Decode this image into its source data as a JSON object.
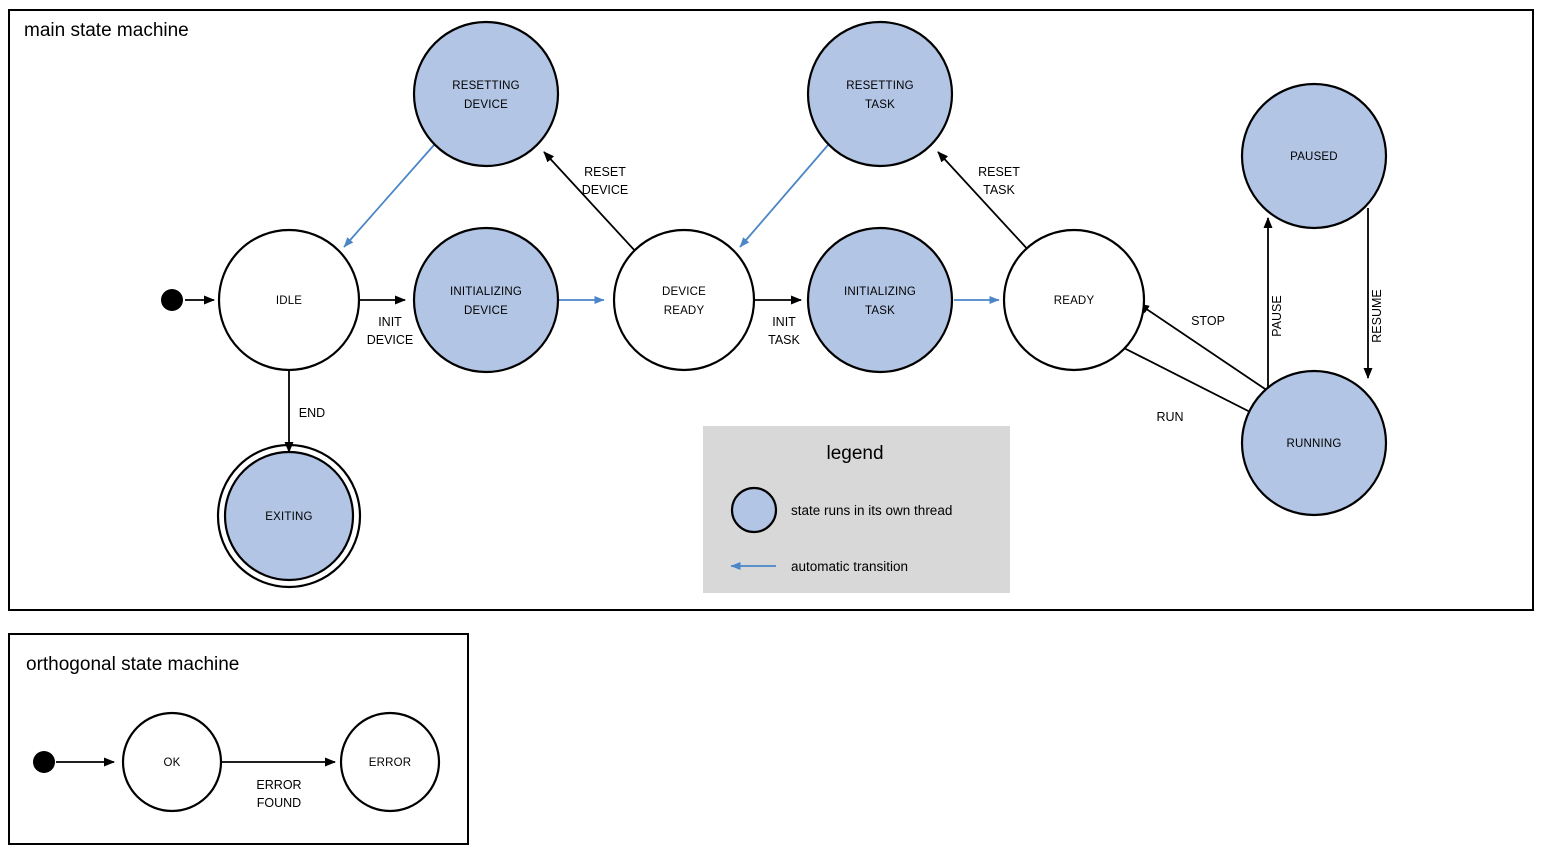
{
  "colors": {
    "thread_state_fill": "#b3c5e5",
    "plain_state_fill": "#ffffff",
    "stroke": "#000000",
    "auto_transition": "#4a86c8",
    "legend_bg": "#d8d8d8",
    "page_bg": "#ffffff"
  },
  "main_frame": {
    "title": "main state machine"
  },
  "orthogonal_frame": {
    "title": "orthogonal state machine"
  },
  "legend": {
    "title": "legend",
    "items": [
      {
        "symbol": "filled-circle",
        "label": "state runs in its own thread"
      },
      {
        "symbol": "blue-arrow",
        "label": "automatic transition"
      }
    ]
  },
  "main_states": [
    {
      "id": "idle",
      "label_lines": [
        "IDLE"
      ],
      "thread": false,
      "final": false
    },
    {
      "id": "resetting-device",
      "label_lines": [
        "RESETTING",
        "DEVICE"
      ],
      "thread": true,
      "final": false
    },
    {
      "id": "initializing-device",
      "label_lines": [
        "INITIALIZING",
        "DEVICE"
      ],
      "thread": true,
      "final": false
    },
    {
      "id": "device-ready",
      "label_lines": [
        "DEVICE",
        "READY"
      ],
      "thread": false,
      "final": false
    },
    {
      "id": "resetting-task",
      "label_lines": [
        "RESETTING",
        "TASK"
      ],
      "thread": true,
      "final": false
    },
    {
      "id": "initializing-task",
      "label_lines": [
        "INITIALIZING",
        "TASK"
      ],
      "thread": true,
      "final": false
    },
    {
      "id": "ready",
      "label_lines": [
        "READY"
      ],
      "thread": false,
      "final": false
    },
    {
      "id": "paused",
      "label_lines": [
        "PAUSED"
      ],
      "thread": true,
      "final": false
    },
    {
      "id": "running",
      "label_lines": [
        "RUNNING"
      ],
      "thread": true,
      "final": false
    },
    {
      "id": "exiting",
      "label_lines": [
        "EXITING"
      ],
      "thread": true,
      "final": true
    }
  ],
  "main_transitions": [
    {
      "id": "start-idle",
      "from": "start",
      "to": "idle",
      "label_lines": [],
      "auto": false
    },
    {
      "id": "idle-init-device",
      "from": "idle",
      "to": "initializing-device",
      "label_lines": [
        "INIT",
        "DEVICE"
      ],
      "auto": false
    },
    {
      "id": "initdev-devready",
      "from": "initializing-device",
      "to": "device-ready",
      "label_lines": [],
      "auto": true
    },
    {
      "id": "devready-resetdev",
      "from": "device-ready",
      "to": "resetting-device",
      "label_lines": [
        "RESET",
        "DEVICE"
      ],
      "auto": false
    },
    {
      "id": "resetdev-idle",
      "from": "resetting-device",
      "to": "idle",
      "label_lines": [],
      "auto": true
    },
    {
      "id": "devready-init-task",
      "from": "device-ready",
      "to": "initializing-task",
      "label_lines": [
        "INIT",
        "TASK"
      ],
      "auto": false
    },
    {
      "id": "inittask-ready",
      "from": "initializing-task",
      "to": "ready",
      "label_lines": [],
      "auto": true
    },
    {
      "id": "ready-resettask",
      "from": "ready",
      "to": "resetting-task",
      "label_lines": [
        "RESET",
        "TASK"
      ],
      "auto": false
    },
    {
      "id": "resettask-devready",
      "from": "resetting-task",
      "to": "device-ready",
      "label_lines": [],
      "auto": true
    },
    {
      "id": "ready-run",
      "from": "ready",
      "to": "running",
      "label_lines": [
        "RUN"
      ],
      "auto": false
    },
    {
      "id": "running-stop",
      "from": "running",
      "to": "ready",
      "label_lines": [
        "STOP"
      ],
      "auto": false
    },
    {
      "id": "running-pause",
      "from": "running",
      "to": "paused",
      "label_lines": [
        "PAUSE"
      ],
      "auto": false
    },
    {
      "id": "paused-resume",
      "from": "paused",
      "to": "running",
      "label_lines": [
        "RESUME"
      ],
      "auto": false
    },
    {
      "id": "idle-end",
      "from": "idle",
      "to": "exiting",
      "label_lines": [
        "END"
      ],
      "auto": false
    }
  ],
  "orthogonal_states": [
    {
      "id": "ok",
      "label_lines": [
        "OK"
      ],
      "thread": false,
      "final": false
    },
    {
      "id": "error",
      "label_lines": [
        "ERROR"
      ],
      "thread": false,
      "final": false
    }
  ],
  "orthogonal_transitions": [
    {
      "id": "start-ok",
      "from": "start",
      "to": "ok",
      "label_lines": [],
      "auto": false
    },
    {
      "id": "ok-error",
      "from": "ok",
      "to": "error",
      "label_lines": [
        "ERROR",
        "FOUND"
      ],
      "auto": false
    }
  ]
}
